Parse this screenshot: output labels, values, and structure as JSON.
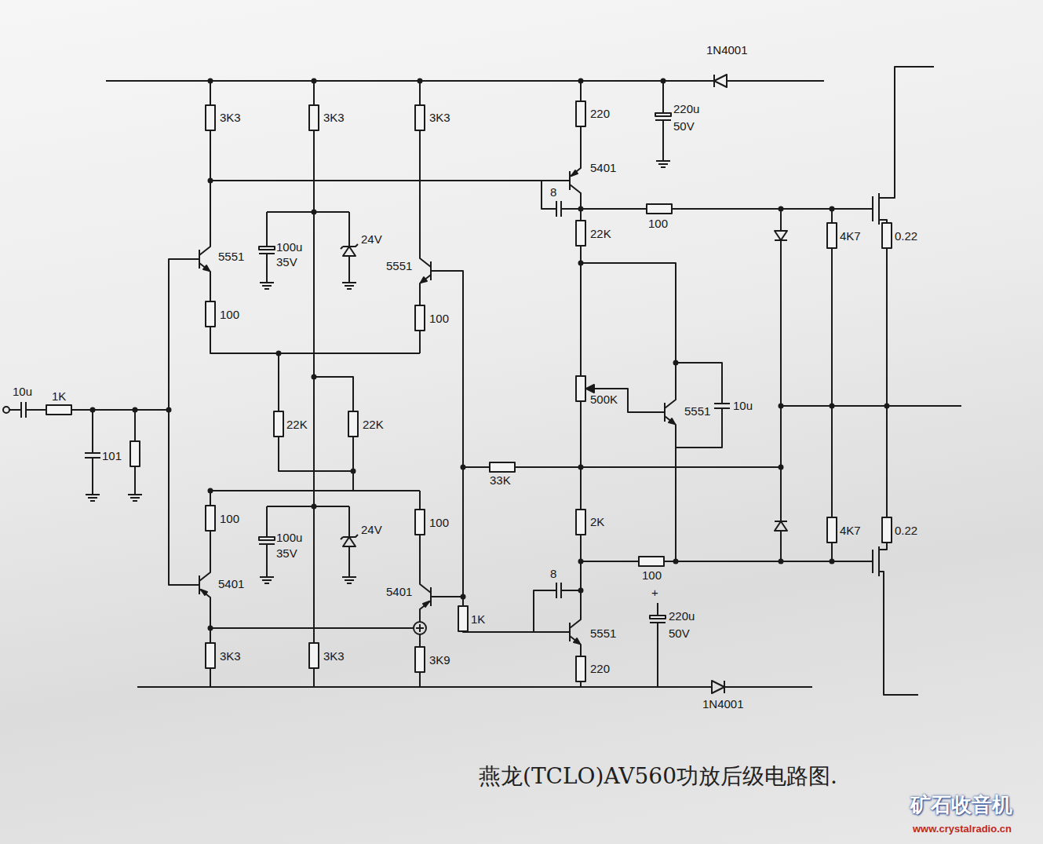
{
  "diagram": {
    "caption": "燕龙(TCLO)AV560功放后级电路图.",
    "labels": [
      "1N4001",
      "3K3",
      "3K3",
      "3K3",
      "220",
      "220u",
      "50V",
      "5401",
      "8",
      "100",
      "22K",
      "5551",
      "100u",
      "35V",
      "24V",
      "5551",
      "100",
      "100",
      "10u",
      "1K",
      "101",
      "22K",
      "22K",
      "500K",
      "5551",
      "10u",
      "33K",
      "4K7",
      "0.22",
      "100",
      "100u",
      "35V",
      "24V",
      "100",
      "5401",
      "5401",
      "1K",
      "8",
      "5551",
      "+",
      "220u",
      "50V",
      "2K",
      "100",
      "3K3",
      "3K3",
      "3K9",
      "220",
      "1N4001",
      "4K7",
      "0.22",
      "矿石收音机",
      "www.crystalradio.cn"
    ]
  }
}
